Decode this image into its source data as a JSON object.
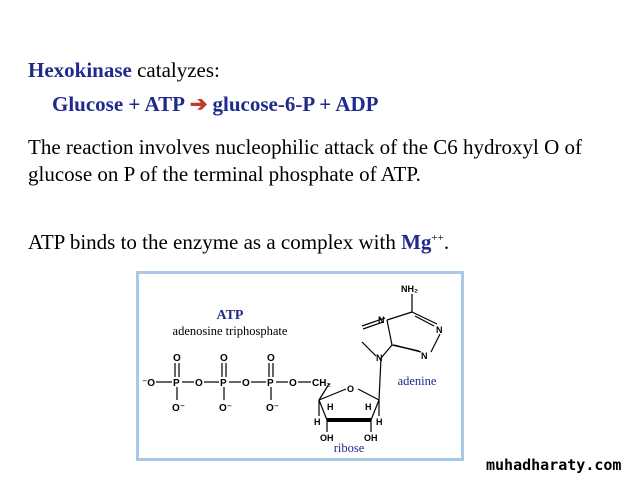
{
  "heading": {
    "enzyme": "Hexokinase",
    "verb": "catalyzes:"
  },
  "reaction": {
    "left": "Glucose + ATP",
    "arrow": "➔",
    "right": "glucose-6-P + ADP"
  },
  "paragraph1": "The reaction involves nucleophilic attack of the C6 hydroxyl O of glucose on P of the terminal phosphate of ATP.",
  "paragraph2": {
    "text": "ATP binds to the enzyme as a complex with ",
    "ion": "Mg",
    "charge": "++",
    "end": "."
  },
  "figure": {
    "title": "ATP",
    "subtitle": "adenosine triphosphate",
    "adenine_label": "adenine",
    "ribose_label": "ribose",
    "atoms": {
      "nh2": "NH₂",
      "n": "N",
      "o": "O",
      "o_minus": "O⁻",
      "minus_o": "⁻O",
      "p": "P",
      "ch2": "CH₂",
      "h": "H",
      "oh": "OH"
    }
  },
  "watermark": "muhadharaty.com"
}
